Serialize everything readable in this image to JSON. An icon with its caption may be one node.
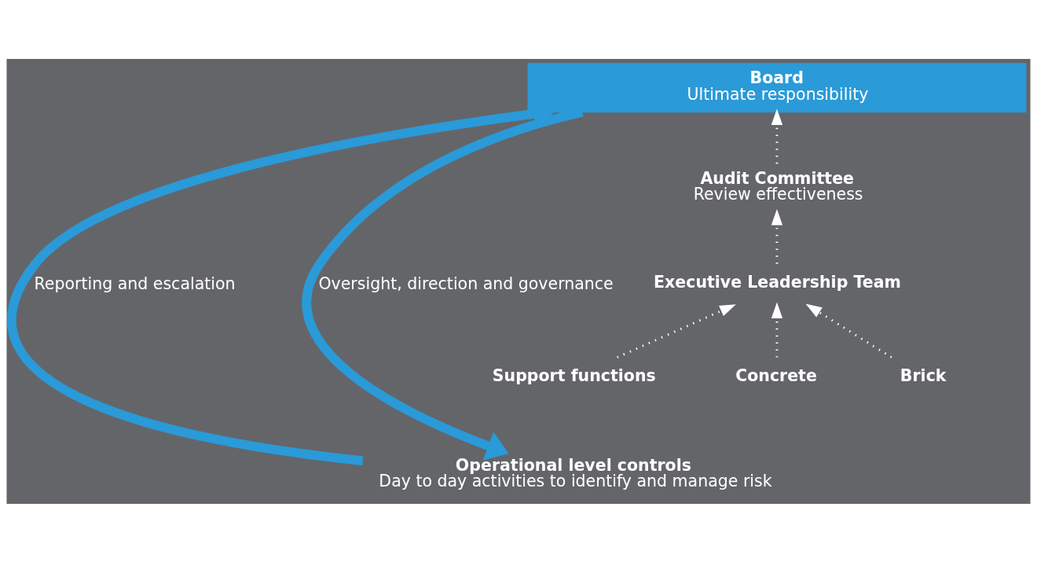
{
  "diagram": {
    "nodes": [
      {
        "text": [
          "Board",
          "Ultimate responsibility"
        ]
      },
      {
        "text": [
          "Audit Committee",
          "Review effectiveness"
        ]
      },
      {
        "text": [
          "Executive Leadership Team"
        ]
      },
      {
        "text": [
          "Concrete"
        ]
      },
      {
        "text": [
          "Support functions"
        ]
      },
      {
        "text": [
          "Brick"
        ]
      },
      {
        "text": [
          "Operational level controls",
          "Day to day activities to identify and manage risk"
        ]
      }
    ],
    "edges": [
      {
        "from": 1,
        "to": 0,
        "arrow": "to",
        "style": "dashed"
      },
      {
        "from": 2,
        "to": 1,
        "arrow": "to",
        "style": "dashed"
      },
      {
        "from": 3,
        "to": 2,
        "arrow": "to",
        "style": "dashed"
      },
      {
        "from": 4,
        "to": 2,
        "arrow": "to",
        "style": "dashed"
      },
      {
        "from": 5,
        "to": 2,
        "arrow": "to",
        "style": "dashed"
      },
      {
        "from": 6,
        "to": 0,
        "arrow": "to",
        "label": "Reporting and escalation",
        "style": "thick",
        "color": "#2a9ad8"
      },
      {
        "from": 0,
        "to": 6,
        "arrow": "to",
        "label": "Oversight, direction and governance",
        "style": "thick",
        "color": "#2a9ad8"
      }
    ]
  }
}
